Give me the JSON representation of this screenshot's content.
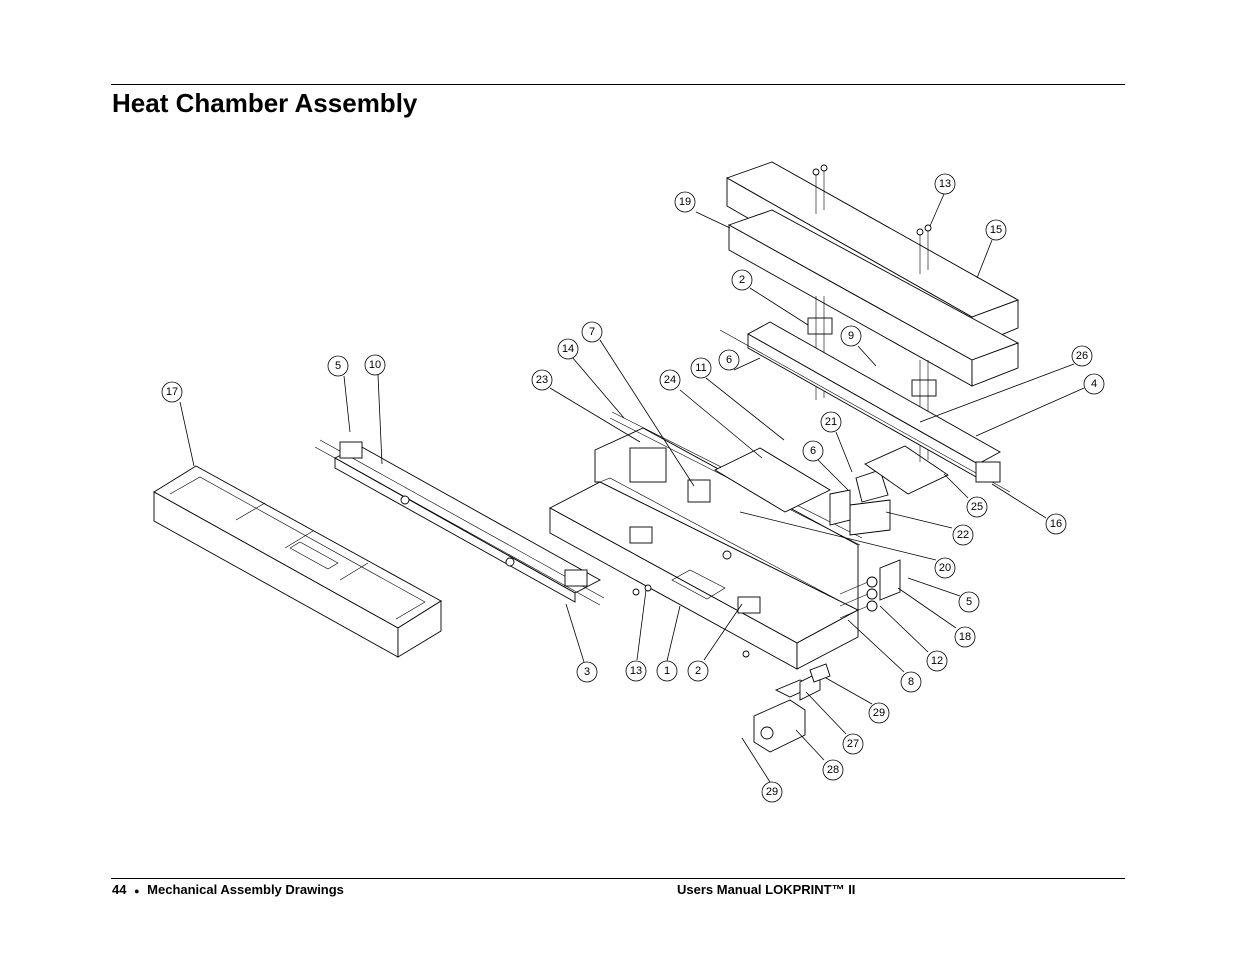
{
  "header": {
    "title": "Heat Chamber Assembly"
  },
  "footer": {
    "page_number": "44",
    "bullet": "●",
    "section": "Mechanical Assembly Drawings",
    "manual": "Users Manual LOKPRINT™ II"
  },
  "callouts": [
    "13",
    "19",
    "15",
    "2",
    "7",
    "14",
    "9",
    "26",
    "5",
    "10",
    "11",
    "6",
    "23",
    "24",
    "4",
    "17",
    "21",
    "6",
    "25",
    "16",
    "22",
    "20",
    "5",
    "18",
    "12",
    "3",
    "13",
    "1",
    "2",
    "8",
    "29",
    "27",
    "28",
    "29"
  ]
}
